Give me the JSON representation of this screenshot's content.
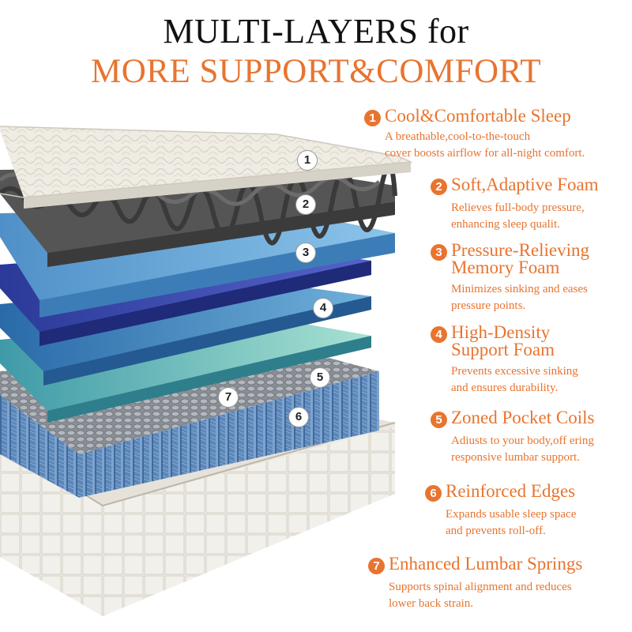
{
  "title": {
    "line1": "MULTI-LAYERS for",
    "line2": "MORE SUPPORT&COMFORT"
  },
  "accent_color": "#e8742f",
  "features": [
    {
      "num": "1",
      "name": "Cool&Comfortable Sleep",
      "desc": "A breathable,cool-to-the-touch\ncover boosts airflow for all-night comfort."
    },
    {
      "num": "2",
      "name": "Soft,Adaptive Foam",
      "desc": "Relieves full-body pressure,\nenhancing sleep qualit."
    },
    {
      "num": "3",
      "name": "Pressure-Relieving\nMemory Foam",
      "desc": "Minimizes sinking and eases\npressure points."
    },
    {
      "num": "4",
      "name": "High-Density\nSupport Foam",
      "desc": "Prevents excessive sinking\nand ensures durability."
    },
    {
      "num": "5",
      "name": "Zoned Pocket Coils",
      "desc": "Adiusts to your body,off ering\nresponsive lumbar support."
    },
    {
      "num": "6",
      "name": "Reinforced Edges",
      "desc": "Expands usable sleep space\nand prevents roll-off."
    },
    {
      "num": "7",
      "name": "Enhanced Lumbar Springs",
      "desc": "Supports spinal alignment and reduces\nlower back strain."
    }
  ],
  "layer_markers": [
    "1",
    "2",
    "3",
    "4",
    "5",
    "6",
    "7"
  ]
}
